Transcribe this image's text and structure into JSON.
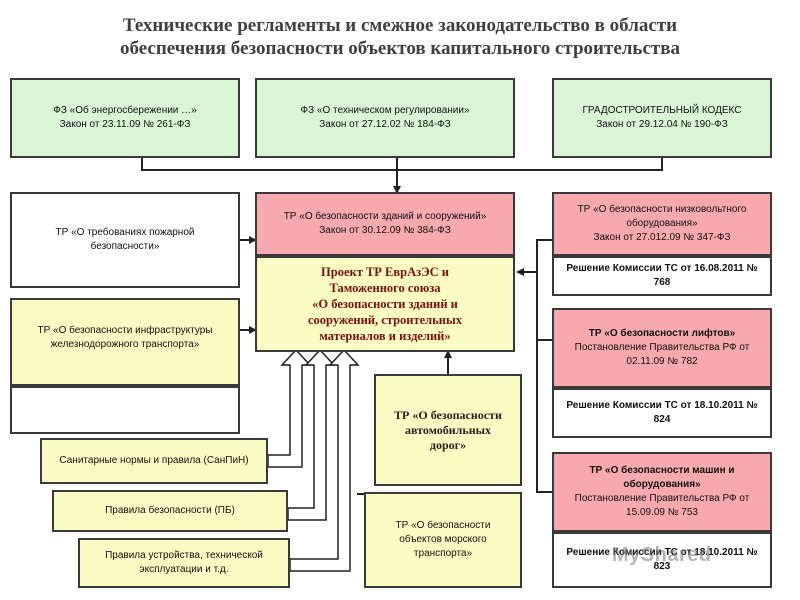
{
  "title": {
    "line1": "Технические регламенты и смежное законодательство в области",
    "line2": "обеспечения безопасности объектов капитального строительства"
  },
  "top": {
    "energy": {
      "name": "ФЗ «Об энергосбережении …»",
      "law": "Закон от  23.11.09  № 261-ФЗ"
    },
    "techreg": {
      "name": "ФЗ «О техническом регулировании»",
      "law": "Закон от  27.12.02 № 184-ФЗ"
    },
    "grad": {
      "name": "ГРАДОСТРОИТЕЛЬНЫЙ КОДЕКС",
      "law": "Закон от  29.12.04 № 190-ФЗ"
    }
  },
  "center": {
    "buildings": {
      "name": "ТР «О безопасности зданий и сооружений»",
      "law": "Закон от  30.12.09  № 384-ФЗ"
    },
    "project": {
      "line1": "Проект ТР ЕврАзЭС и",
      "line2": "Таможенного союза",
      "line3": "«О безопасности зданий и",
      "line4": "сооружений, строительных",
      "line5": "материалов и изделий»"
    }
  },
  "left": {
    "fire": "ТР «О требованиях пожарной безопасности»",
    "rail": "ТР «О безопасности инфраструктуры железнодорожного транспорта»",
    "sanpin": "Санитарные нормы и правила (СанПиН)",
    "pb": "Правила  безопасности (ПБ)",
    "rules": "Правила устройства, технической эксплуатации и т.д."
  },
  "middle": {
    "roads": "ТР «О безопасности автомобильных дорог»",
    "sea": "ТР «О безопасности объектов морского транспорта»"
  },
  "right": {
    "lowvolt": {
      "name": "ТР «О безопасности низковольтного оборудования»",
      "law": "Закон от  27.012.09  № 347-ФЗ",
      "decision": "Решение Комиссии ТС от 16.08.2011 № 768"
    },
    "lifts": {
      "name": "ТР «О безопасности лифтов»",
      "law": "Постановление Правительства РФ от 02.11.09  № 782",
      "decision": "Решение Комиссии ТС от 18.10.2011 № 824"
    },
    "machines": {
      "name": "ТР «О безопасности машин и оборудования»",
      "law": "Постановление Правительства РФ от 15.09.09  № 753",
      "decision": "Решение Комиссии ТС от 18.10.2011 № 823"
    }
  },
  "watermark": "MyShared"
}
